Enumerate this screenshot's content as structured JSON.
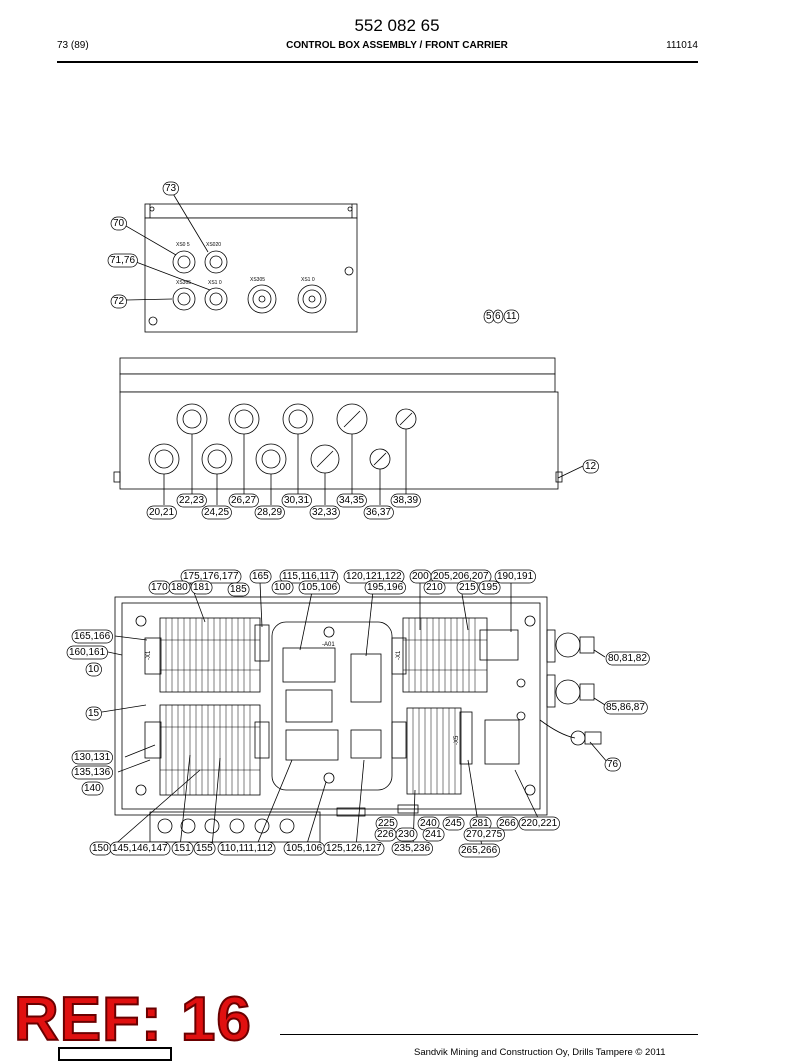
{
  "header": {
    "doc_number": "552 082 65",
    "page": "73 (89)",
    "title": "CONTROL BOX ASSEMBLY / FRONT CARRIER",
    "date": "111014"
  },
  "footer": {
    "ref_stamp": "REF: 16",
    "copyright": "Sandvik Mining and Construction Oy, Drills Tampere © 2011"
  },
  "drawing": {
    "panel_markings": [
      "XS0 5",
      "XS020",
      "XS305",
      "XS1 0",
      "XS305",
      "XS1 0",
      "-A01",
      "-X1",
      "-X1",
      "-X5"
    ],
    "callouts_top": [
      "73",
      "70",
      "71,76",
      "72",
      "5",
      "6",
      "11"
    ],
    "callouts_middle": [
      "12",
      "22,23",
      "26,27",
      "30,31",
      "34,35",
      "38,39",
      "20,21",
      "24,25",
      "28,29",
      "32,33",
      "36,37"
    ],
    "callouts_bottom": [
      "175,176,177",
      "165",
      "115,116,117",
      "120,121,122",
      "200",
      "205,206,207",
      "190,191",
      "170",
      "180",
      "181",
      "185",
      "100",
      "105,106",
      "195,196",
      "210",
      "215",
      "195",
      "165,166",
      "160,161",
      "10",
      "15",
      "130,131",
      "135,136",
      "140",
      "80,81,82",
      "85,86,87",
      "76",
      "225",
      "240",
      "245",
      "281",
      "266",
      "220,221",
      "226",
      "230",
      "241",
      "270,275",
      "150",
      "145,146,147",
      "151",
      "155",
      "110,111,112",
      "105,106",
      "125,126,127",
      "235,236",
      "265,266"
    ]
  }
}
